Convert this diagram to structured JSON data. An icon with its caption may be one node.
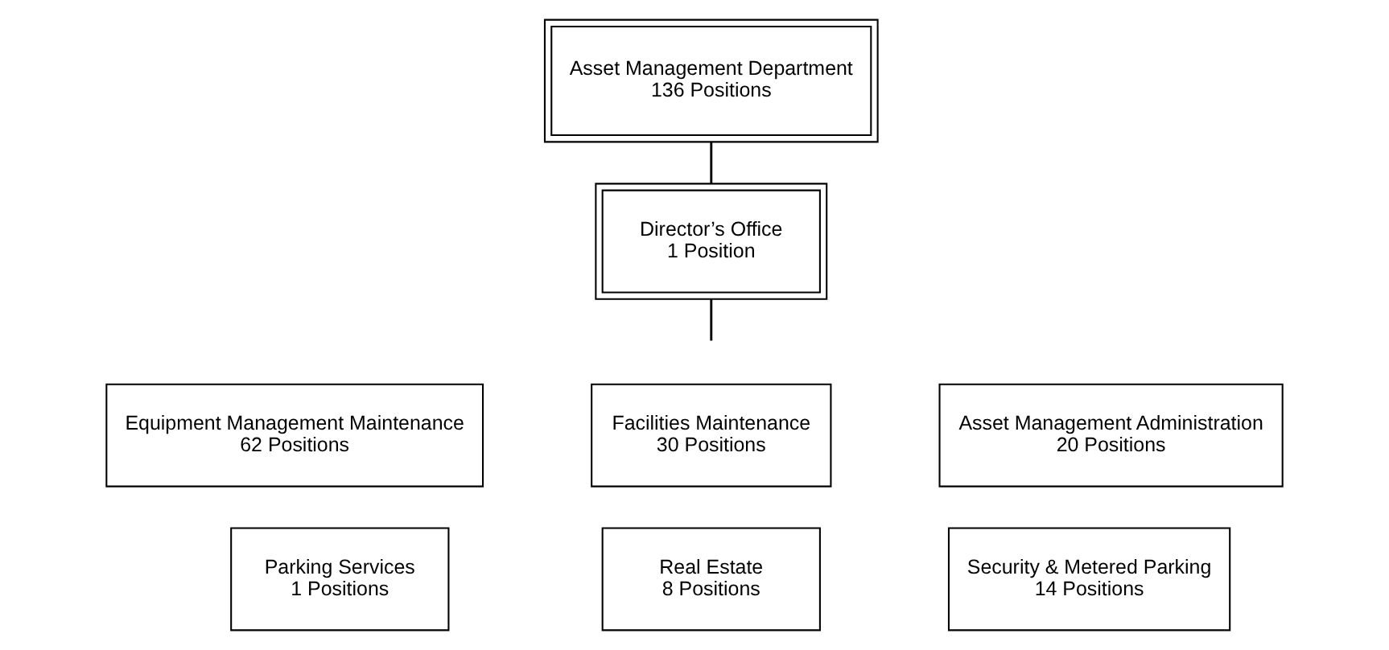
{
  "diagram": {
    "nodes": [
      {
        "text": [
          "Asset Management Department",
          "136 Positions"
        ]
      },
      {
        "text": [
          "Director’s Office",
          "1 Position"
        ]
      },
      {
        "text": [
          "Equipment Management Maintenance",
          "62 Positions"
        ]
      },
      {
        "text": [
          "Facilities Maintenance",
          "30 Positions"
        ]
      },
      {
        "text": [
          "Asset Management Administration",
          "20 Positions"
        ]
      },
      {
        "text": [
          "Parking Services",
          "1 Positions"
        ]
      },
      {
        "text": [
          "Real Estate",
          "8 Positions"
        ]
      },
      {
        "text": [
          "Security & Metered Parking",
          "14 Positions"
        ]
      }
    ],
    "edges": [
      {
        "from": 0,
        "to": 1,
        "arrow": "none"
      },
      {
        "from": 1,
        "to": null,
        "arrow": "none"
      }
    ]
  }
}
